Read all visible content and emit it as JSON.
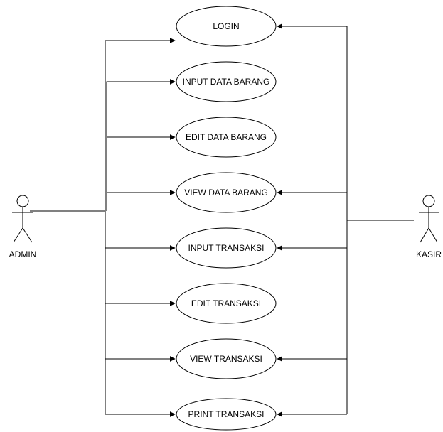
{
  "actors": [
    {
      "id": "admin",
      "name": "ADMIN"
    },
    {
      "id": "kasir",
      "name": "KASIR"
    }
  ],
  "use_cases": [
    {
      "id": "login",
      "label": "LOGIN"
    },
    {
      "id": "input-data-barang",
      "label": "INPUT DATA BARANG"
    },
    {
      "id": "edit-data-barang",
      "label": "EDIT DATA BARANG"
    },
    {
      "id": "view-data-barang",
      "label": "VIEW DATA BARANG"
    },
    {
      "id": "input-transaksi",
      "label": "INPUT TRANSAKSI"
    },
    {
      "id": "edit-transaksi",
      "label": "EDIT TRANSAKSI"
    },
    {
      "id": "view-transaksi",
      "label": "VIEW TRANSAKSI"
    },
    {
      "id": "print-transaksi",
      "label": "PRINT TRANSAKSI"
    }
  ],
  "associations": [
    {
      "actor": "admin",
      "use_case": "login"
    },
    {
      "actor": "admin",
      "use_case": "input-data-barang"
    },
    {
      "actor": "admin",
      "use_case": "edit-data-barang"
    },
    {
      "actor": "admin",
      "use_case": "view-data-barang"
    },
    {
      "actor": "admin",
      "use_case": "input-transaksi"
    },
    {
      "actor": "admin",
      "use_case": "edit-transaksi"
    },
    {
      "actor": "admin",
      "use_case": "view-transaksi"
    },
    {
      "actor": "admin",
      "use_case": "print-transaksi"
    },
    {
      "actor": "kasir",
      "use_case": "login"
    },
    {
      "actor": "kasir",
      "use_case": "view-data-barang"
    },
    {
      "actor": "kasir",
      "use_case": "input-transaksi"
    },
    {
      "actor": "kasir",
      "use_case": "view-transaksi"
    },
    {
      "actor": "kasir",
      "use_case": "print-transaksi"
    }
  ]
}
